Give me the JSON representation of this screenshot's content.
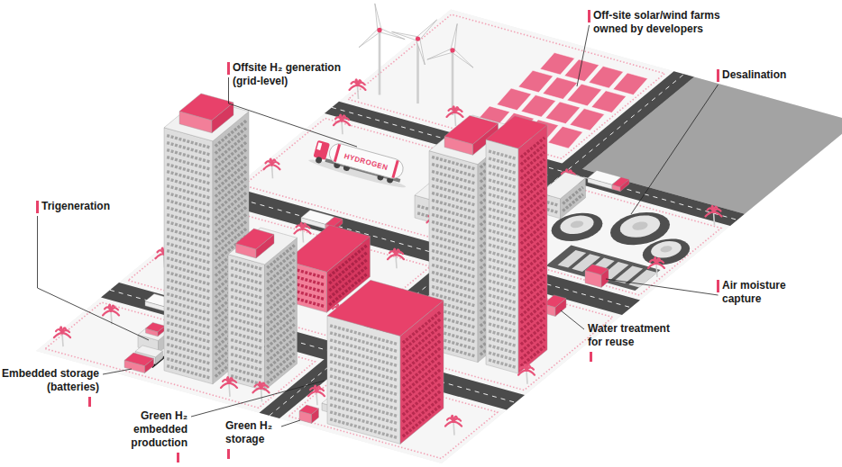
{
  "diagram": {
    "labels": [
      "Off-site solar/wind farms owned by developers",
      "Offsite H₂ generation (grid-level)",
      "Desalination",
      "HYDROGEN",
      "Trigeneration",
      "Air moisture capture",
      "Water treatment for reuse",
      "Embedded storage (batteries)",
      "Green H₂ embedded production",
      "Green H₂ storage"
    ]
  }
}
